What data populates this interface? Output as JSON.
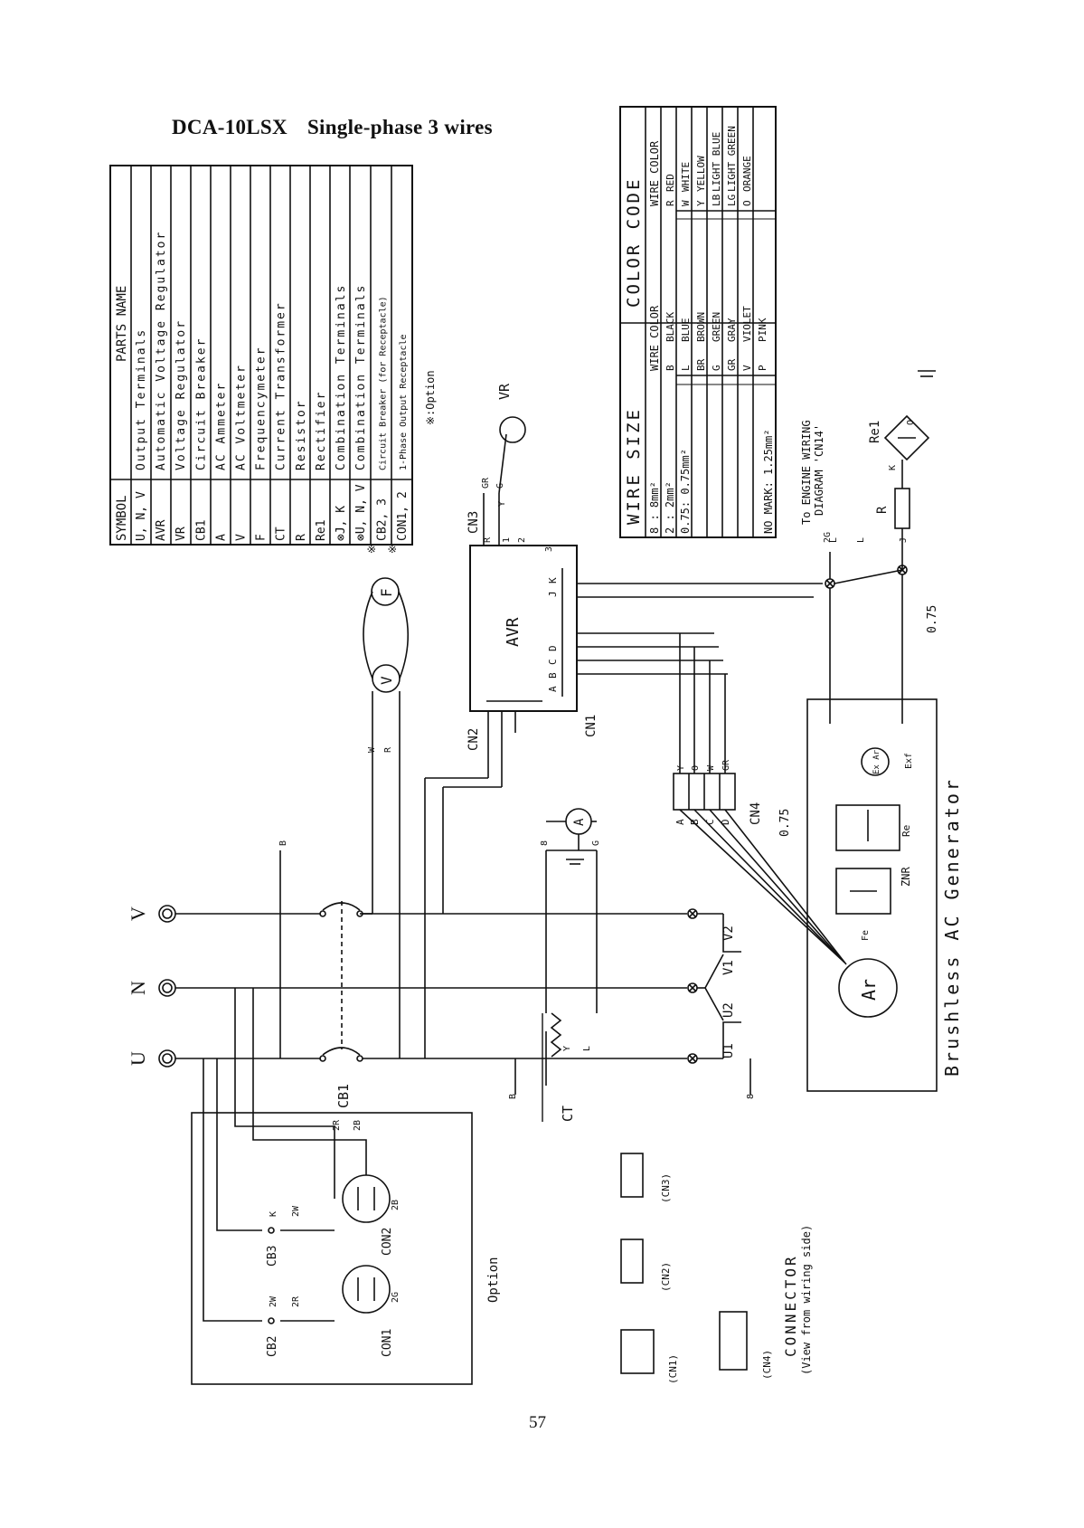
{
  "title": {
    "model": "DCA-10LSX",
    "subtitle": "Single-phase 3 wires"
  },
  "page_number": "57",
  "parts_table": {
    "headers": [
      "SYMBOL",
      "PARTS NAME"
    ],
    "rows": [
      [
        "U, N, V",
        "Output Terminals"
      ],
      [
        "AVR",
        "Automatic Voltage Regulator"
      ],
      [
        "VR",
        "Voltage Regulator"
      ],
      [
        "CB1",
        "Circuit Breaker"
      ],
      [
        "A",
        "AC Ammeter"
      ],
      [
        "V",
        "AC Voltmeter"
      ],
      [
        "F",
        "Frequencymeter"
      ],
      [
        "CT",
        "Current Transformer"
      ],
      [
        "R",
        "Resistor"
      ],
      [
        "Re1",
        "Rectifier"
      ],
      [
        "⊗J, K",
        "Combination Terminals"
      ],
      [
        "⊗U, N, V",
        "Combination Terminals"
      ],
      [
        "CB2, 3",
        "Circuit Breaker (for Receptacle)"
      ],
      [
        "CON1, 2",
        "1-Phase Output Receptacle"
      ]
    ],
    "option_marks": [
      "※",
      "※"
    ],
    "note": "※:Option"
  },
  "color_code": {
    "title_colors": "COLOR CODE",
    "title_wire": "WIRE SIZE",
    "wire_sizes": [
      "8 : 8mm²",
      "2 : 2mm²",
      "0.75: 0.75mm²",
      "NO MARK: 1.25mm²"
    ],
    "header": "WIRE COLOR",
    "left": [
      [
        "B",
        "BLACK"
      ],
      [
        "L",
        "BLUE"
      ],
      [
        "BR",
        "BROWN"
      ],
      [
        "G",
        "GREEN"
      ],
      [
        "GR",
        "GRAY"
      ],
      [
        "V",
        "VIOLET"
      ],
      [
        "P",
        "PINK"
      ]
    ],
    "right": [
      [
        "R",
        "RED"
      ],
      [
        "W",
        "WHITE"
      ],
      [
        "Y",
        "YELLOW"
      ],
      [
        "LB",
        "LIGHT BLUE"
      ],
      [
        "LG",
        "LIGHT GREEN"
      ],
      [
        "O",
        "ORANGE"
      ]
    ]
  },
  "labels": {
    "terminals": [
      "U",
      "N",
      "V"
    ],
    "cb1": "CB1",
    "ct": "CT",
    "cb2": "CB2",
    "cb3": "CB3",
    "con1": "CON1",
    "con2": "CON2",
    "avr": "AVR",
    "cn1": "CN1",
    "cn2": "CN2",
    "cn3": "CN3",
    "cn4": "CN4",
    "vr": "VR",
    "ammeter": "A",
    "voltmeter": "V",
    "freqmeter": "F",
    "rec1": "Re1",
    "resistor": "R",
    "generator": "Brushless AC Generator",
    "armature": "Ar",
    "exciter": "Ex Ar",
    "exc_field": "Exf",
    "field": "Fe",
    "znr": "ZNR",
    "rec_gen": "Re",
    "windings": [
      "U1",
      "U2",
      "V1",
      "V2"
    ],
    "engine_wiring_1": "To ENGINE WIRING",
    "engine_wiring_2": "DIAGRAM 'CN14'",
    "option": "Option",
    "connector_title": "CONNECTOR",
    "connector_sub": "(View from wiring side)",
    "cn_labels": [
      "(CN1)",
      "(CN2)",
      "(CN3)",
      "(CN4)"
    ],
    "wire_075": "0.75",
    "avr_terms": [
      "A",
      "B",
      "C",
      "D",
      "J",
      "K"
    ],
    "cn4_terms": [
      "A",
      "B",
      "C",
      "D"
    ],
    "cn4_colors": [
      "Y",
      "O",
      "W",
      "GR"
    ],
    "wire_tags": [
      "W",
      "R",
      "B",
      "B",
      "8",
      "8",
      "G",
      "Y",
      "L",
      "K",
      "2W",
      "2W",
      "2R",
      "2R",
      "2B",
      "2B",
      "2G",
      "2G",
      "J",
      "K",
      "L",
      "L",
      "O",
      "G",
      "GR",
      "Y",
      "R",
      "1",
      "2",
      "3"
    ]
  }
}
